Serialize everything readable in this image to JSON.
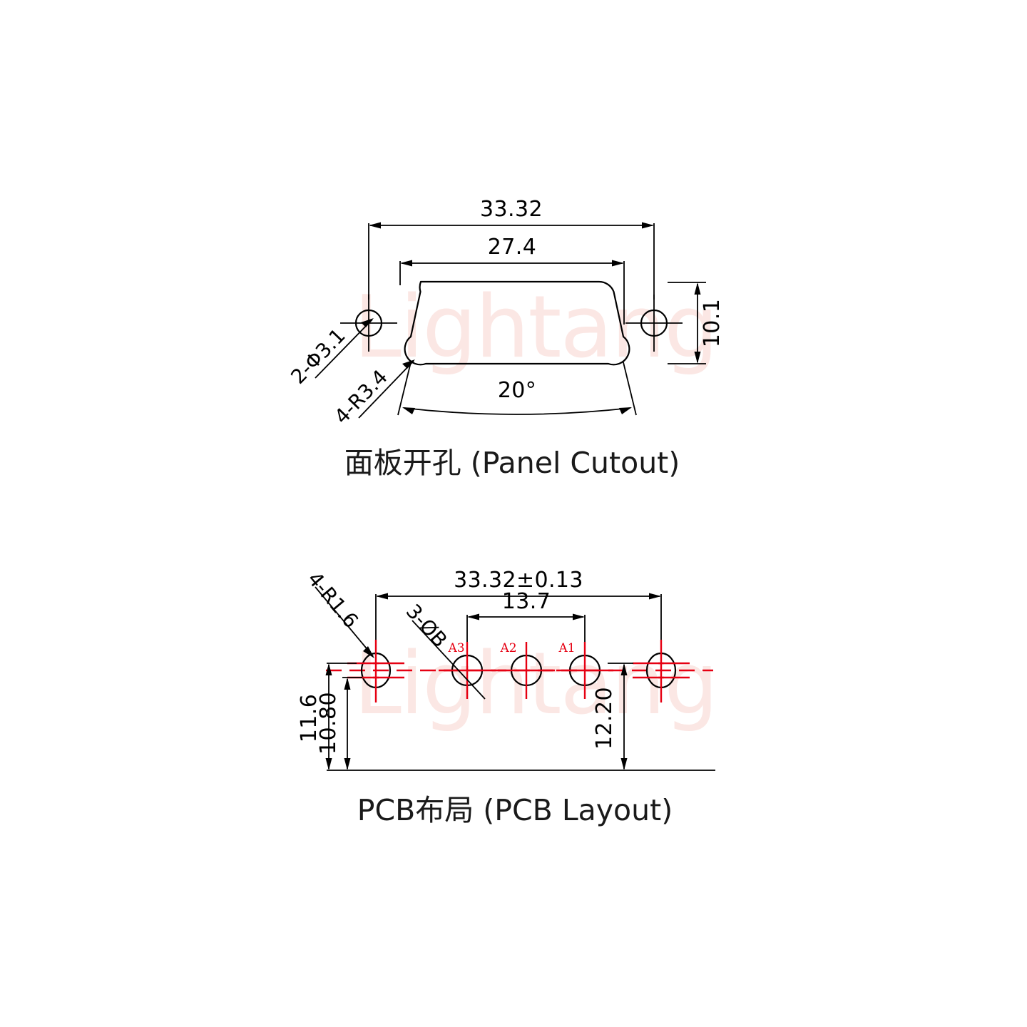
{
  "document": {
    "type": "engineering-drawing",
    "background_color": "#ffffff",
    "line_color": "#000000",
    "accent_color": "#e60012",
    "watermark_color": "#fbe7e4",
    "watermark_text": "Lightang"
  },
  "panel_cutout": {
    "caption": "面板开孔 (Panel Cutout)",
    "dimensions": {
      "overall_width": "33.32",
      "opening_width": "27.4",
      "opening_height": "10.1",
      "draft_angle": "20°",
      "mounting_holes": "2-Φ3.1",
      "corner_radius": "4-R3.4"
    }
  },
  "pcb_layout": {
    "caption": "PCB布局 (PCB Layout)",
    "dimensions": {
      "overall_width": "33.32±0.13",
      "contact_span": "13.7",
      "mount_hole_radius": "4-R1.6",
      "contact_hole_spec": "3-ØB",
      "height_outer": "11.6",
      "height_inner": "10.80",
      "height_right": "12.20"
    },
    "pin_labels": [
      "A1",
      "A2",
      "A3"
    ]
  }
}
